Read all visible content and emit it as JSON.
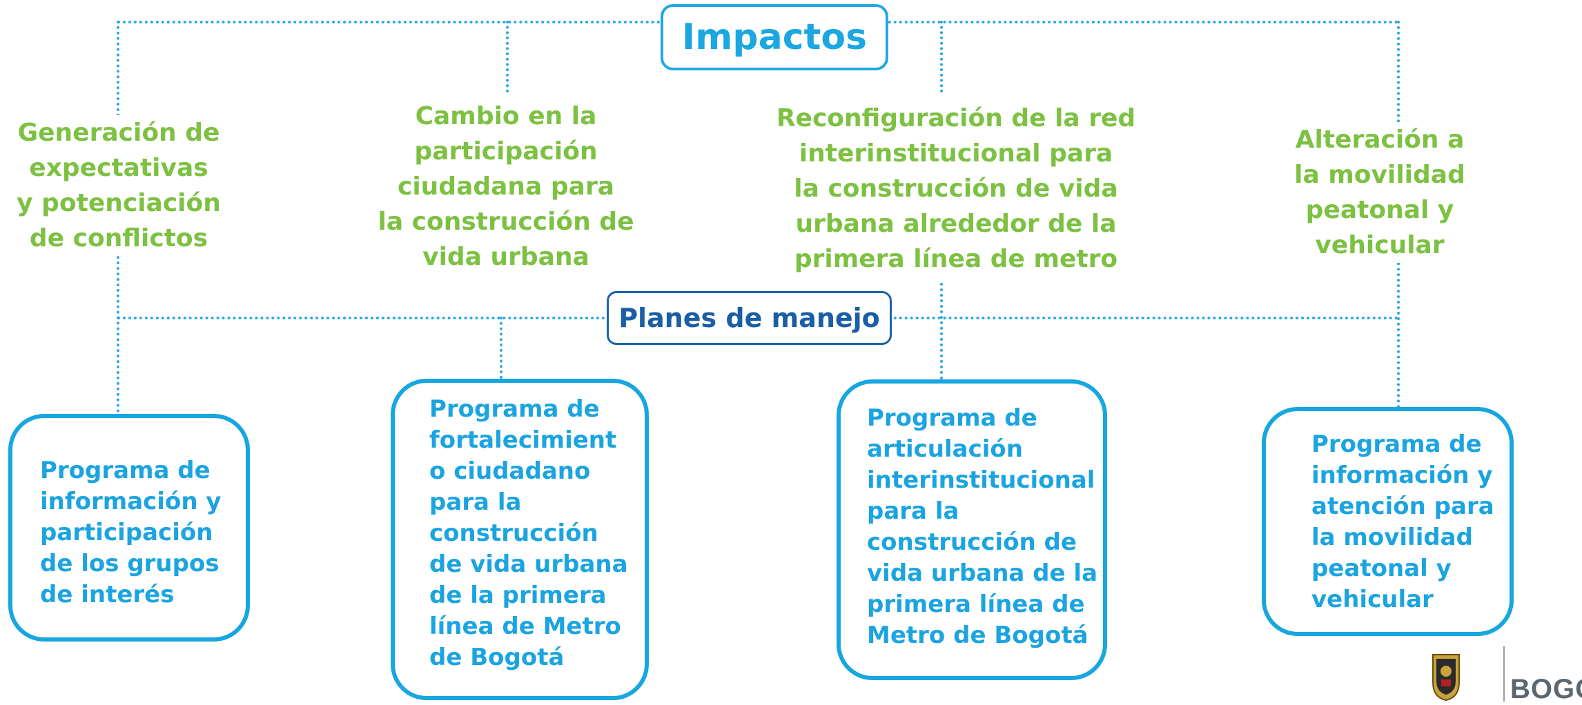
{
  "header": {
    "impactos": "Impactos",
    "planes": "Planes de manejo"
  },
  "impacts": [
    {
      "text": "Generación de\nexpectativas\ny potenciación\nde conflictos"
    },
    {
      "text": "Cambio en la\nparticipación\nciudadana para\nla construcción de\nvida urbana"
    },
    {
      "text": "Reconfiguración de la red\ninterinstitucional para\nla construcción de vida\nurbana alrededor de la\nprimera línea de metro"
    },
    {
      "text": "Alteración a la movilidad\npeatonal y vehicular"
    }
  ],
  "plans": [
    {
      "text": "Programa de\ninformación y\nparticipación\nde los grupos\nde interés"
    },
    {
      "text": "Programa de\nfortalecimient\no ciudadano\npara la\nconstrucción\nde vida urbana\nde la primera\nlínea de Metro\nde Bogotá"
    },
    {
      "text": "Programa  de\narticulación\ninterinstitucional\npara la\nconstrucción de\nvida urbana de la\nprimera línea de\nMetro de Bogotá"
    },
    {
      "text": "Programa de\ninformación y\natención para\nla movilidad\npeatonal y\nvehicular"
    }
  ],
  "logo": {
    "text": "BOGOTÁ",
    "icon": "bogota-shield-icon"
  },
  "colors": {
    "accent": "#21a8e3",
    "dark_blue": "#1a5ea6",
    "green": "#7dc142"
  }
}
